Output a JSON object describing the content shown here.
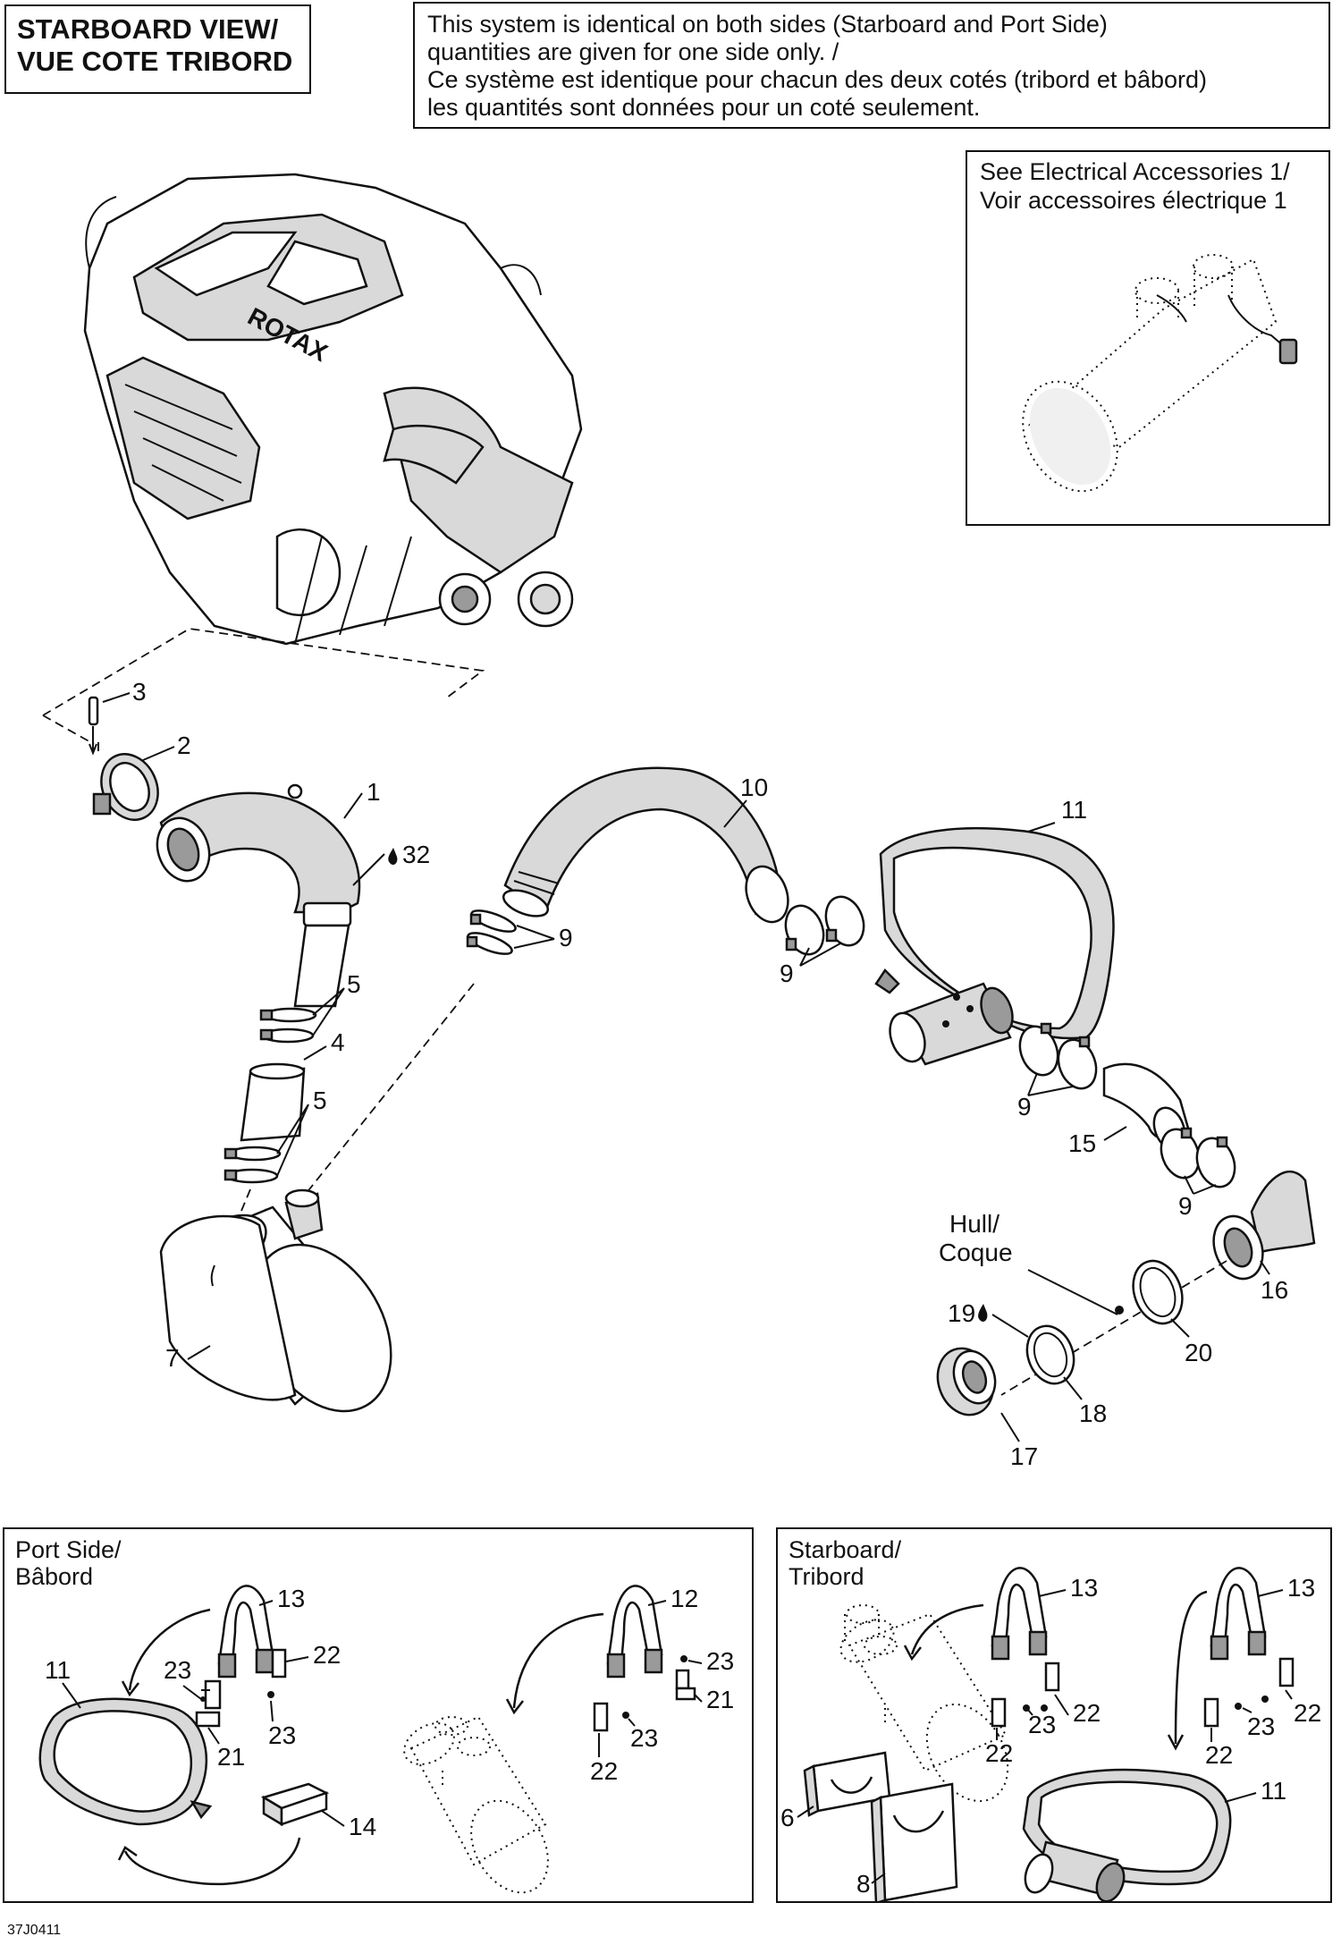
{
  "header": {
    "view_line1": "STARBOARD VIEW/",
    "view_line2": "VUE COTE TRIBORD",
    "note_line1": "This system is identical on both sides (Starboard and Port Side)",
    "note_line2": "quantities are given for one side only. /",
    "note_line3": "Ce système est identique pour chacun des deux cotés (tribord et bâbord)",
    "note_line4": "les quantités sont données pour un coté seulement."
  },
  "electrical_inset": {
    "line1": "See Electrical Accessories 1/",
    "line2": "Voir accessoires électrique 1"
  },
  "engine": {
    "brand": "ROTAX"
  },
  "hull_label": {
    "line1": "Hull/",
    "line2": "Coque"
  },
  "callouts": {
    "c1": "1",
    "c2": "2",
    "c3": "3",
    "c4": "4",
    "c5a": "5",
    "c5b": "5",
    "c7": "7",
    "c9a": "9",
    "c9b": "9",
    "c9c": "9",
    "c9d": "9",
    "c10": "10",
    "c11": "11",
    "c15": "15",
    "c16": "16",
    "c17": "17",
    "c18": "18",
    "c19": "19",
    "c20": "20",
    "c32": "32"
  },
  "port_inset": {
    "line1": "Port Side/",
    "line2": "Bâbord",
    "callouts": {
      "c13": "13",
      "c23a": "23",
      "c22a": "22",
      "c11": "11",
      "c23b": "23",
      "c21a": "21",
      "c14": "14",
      "c12": "12",
      "c23c": "23",
      "c21b": "21",
      "c22b": "22",
      "c23d": "23"
    }
  },
  "starboard_inset": {
    "line1": "Starboard/",
    "line2": "Tribord",
    "callouts": {
      "c13a": "13",
      "c22a": "22",
      "c23a": "23",
      "c22b": "22",
      "c6": "6",
      "c8": "8",
      "c13b": "13",
      "c22c": "22",
      "c23b": "23",
      "c22d": "22",
      "c11": "11"
    }
  },
  "drawing_code": "37J0411"
}
